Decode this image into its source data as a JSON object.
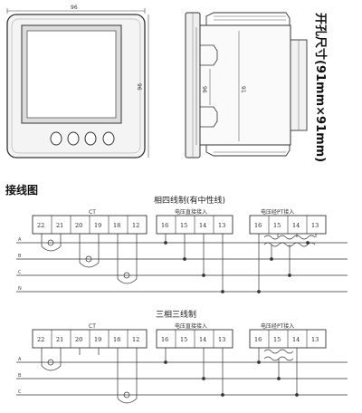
{
  "front_view": {
    "width_label": "96",
    "height_label": "96"
  },
  "side_view": {
    "height_label": "96",
    "depth_label": "91"
  },
  "cutout_text": "开孔尺寸(91mm×91mm)",
  "wiring_heading": "接线图",
  "diagram1": {
    "title": "相四线制(有中性线)",
    "ct_label": "CT",
    "group_voltage": "电压直接接入",
    "group_current": "电压经PT接入",
    "terminals_ct": [
      "22",
      "21",
      "20",
      "19",
      "18",
      "12"
    ],
    "terminals_direct": [
      "16",
      "15",
      "14",
      "13"
    ],
    "terminals_pt": [
      "16",
      "15",
      "14",
      "13"
    ],
    "phase_labels": [
      "A",
      "B",
      "C",
      "N"
    ]
  },
  "diagram2": {
    "title": "三相三线制",
    "ct_label": "CT",
    "group_voltage": "电压直接接入",
    "group_current": "电压经PT接入",
    "terminals_ct": [
      "22",
      "21",
      "20",
      "19",
      "18",
      "12"
    ],
    "terminals_direct": [
      "16",
      "15",
      "14",
      "13"
    ],
    "terminals_pt": [
      "16",
      "15",
      "14",
      "13"
    ],
    "phase_labels": [
      "A",
      "B",
      "C"
    ]
  },
  "colors": {
    "line": "#222222",
    "frame_fill": "#f4f4f4",
    "screen_fill": "#ffffff"
  }
}
